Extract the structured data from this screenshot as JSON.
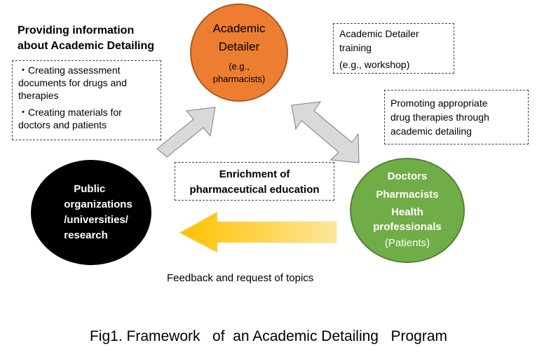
{
  "info_heading": {
    "line1": "Providing information",
    "line2": "about Academic Detailing"
  },
  "info_items": [
    {
      "line1": "・Creating assessment",
      "line2": "documents for drugs and",
      "line3": "therapies"
    },
    {
      "line1": "・Creating materials for",
      "line2": "doctors and patients"
    }
  ],
  "academic_detailer": {
    "line1": "Academic",
    "line2": "Detailer",
    "sub1": "(e.g.,",
    "sub2": "pharmacists)"
  },
  "training_box": {
    "line1": "Academic Detailer",
    "line2": "training",
    "line3": "(e.g., workshop)"
  },
  "promoting_box": {
    "line1": "Promoting appropriate",
    "line2": "drug therapies through",
    "line3": "academic detailing"
  },
  "public_org": {
    "line1": "Public",
    "line2": "organizations",
    "line3": "/universities/",
    "line4": "research"
  },
  "enrichment_box": {
    "line1": "Enrichment of",
    "line2": "pharmaceutical education"
  },
  "practitioners": {
    "line1": "Doctors",
    "line2": "Pharmacists",
    "line3": "Health",
    "line4": "professionals",
    "line5": "(Patients)"
  },
  "feedback_label": "Feedback and request of topics",
  "caption": "Fig1. Framework   of  an Academic Detailing   Program",
  "colors": {
    "orange": "#ed7d31",
    "green": "#70ad47",
    "black": "#000000",
    "gray_arrow": "#d9d9d9",
    "yellow_arrow": "#ffd966"
  }
}
